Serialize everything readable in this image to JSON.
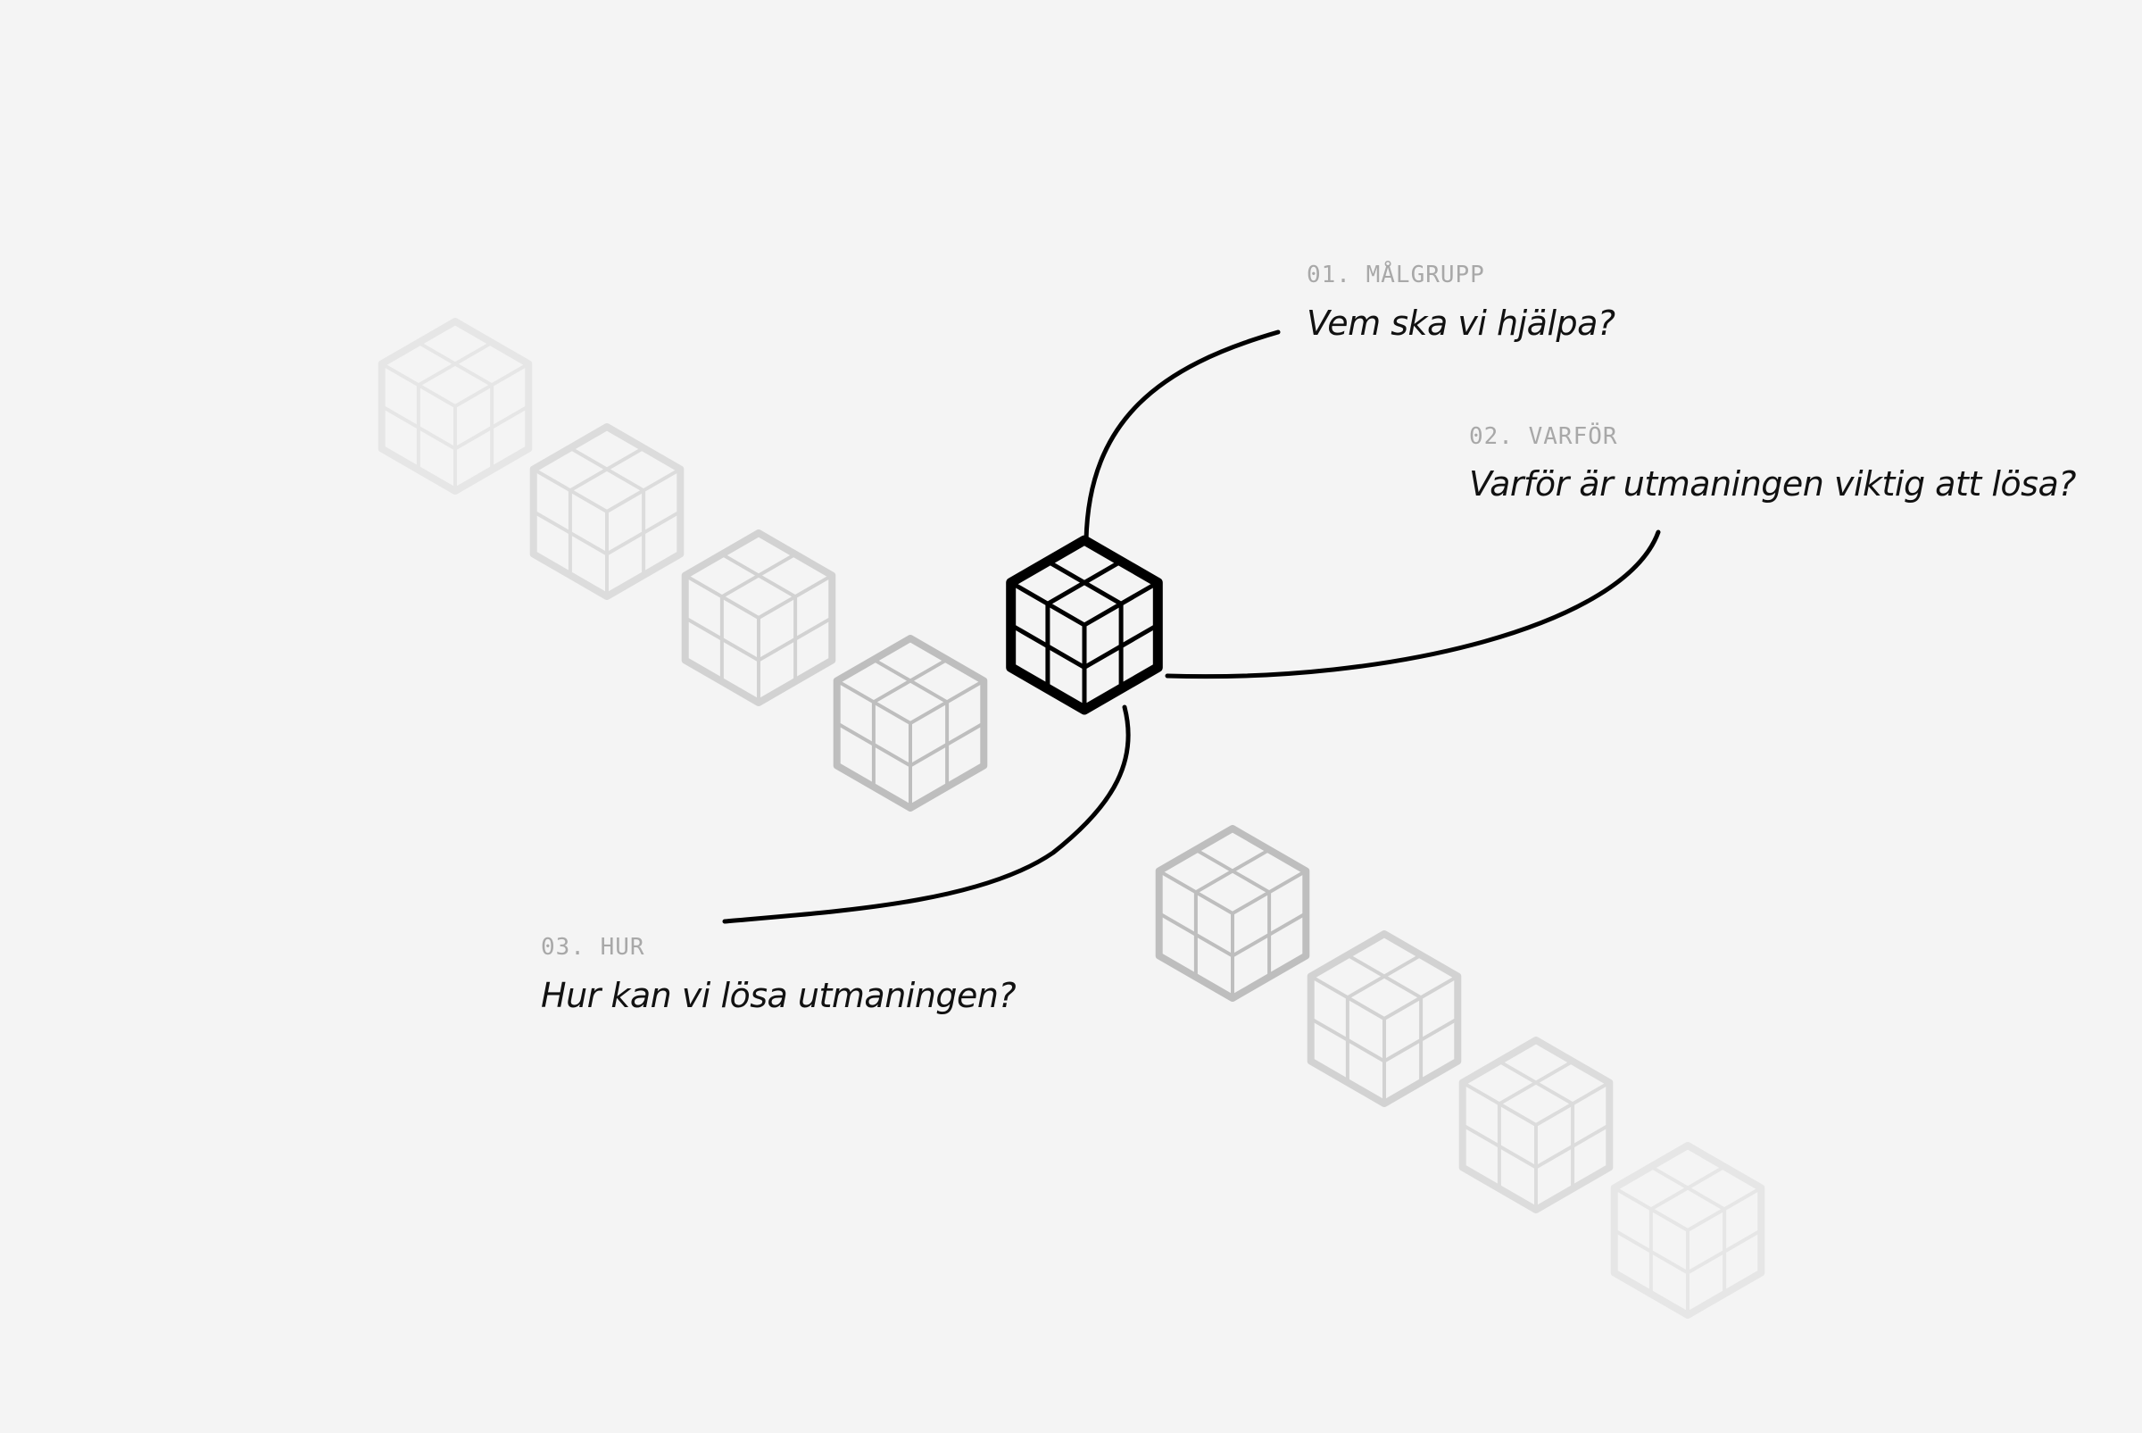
{
  "items": [
    {
      "label": "01. MÅLGRUPP",
      "question": "Vem ska vi hjälpa?"
    },
    {
      "label": "02. VARFÖR",
      "question": "Varför är utmaningen viktig att lösa?"
    },
    {
      "label": "03. HUR",
      "question": "Hur kan vi lösa utmaningen?"
    }
  ],
  "colors": {
    "background": "#f4f4f4",
    "primary": "#000000",
    "label": "#a8a8a8",
    "question": "#111111",
    "cube_shades": [
      "#e6e6e6",
      "#dcdcdc",
      "#d2d2d2",
      "#bebebe",
      "#000000"
    ]
  },
  "icons": {
    "cube": "cube-icon"
  }
}
